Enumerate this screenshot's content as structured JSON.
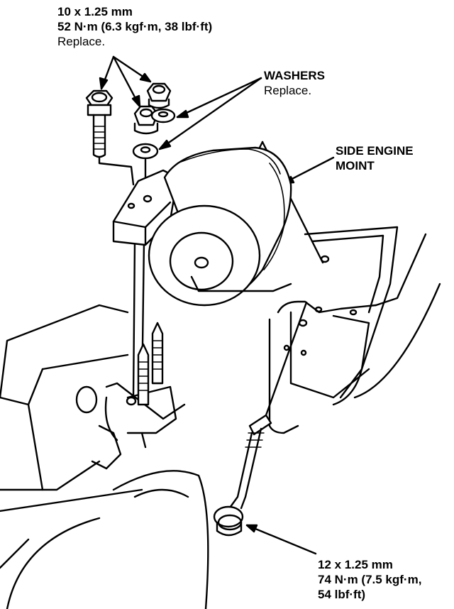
{
  "callouts": {
    "top_bolts": {
      "size": "10 x 1.25 mm",
      "torque": "52 N·m (6.3 kgf·m, 38 lbf·ft)",
      "note": "Replace."
    },
    "washers": {
      "title": "WASHERS",
      "note": "Replace."
    },
    "side_mount": {
      "line1": "SIDE ENGINE",
      "line2": "MOINT"
    },
    "through_bolt": {
      "size": "12 x 1.25 mm",
      "torque_line1": "74 N·m (7.5 kgf·m,",
      "torque_line2": "54 lbf·ft)"
    }
  }
}
